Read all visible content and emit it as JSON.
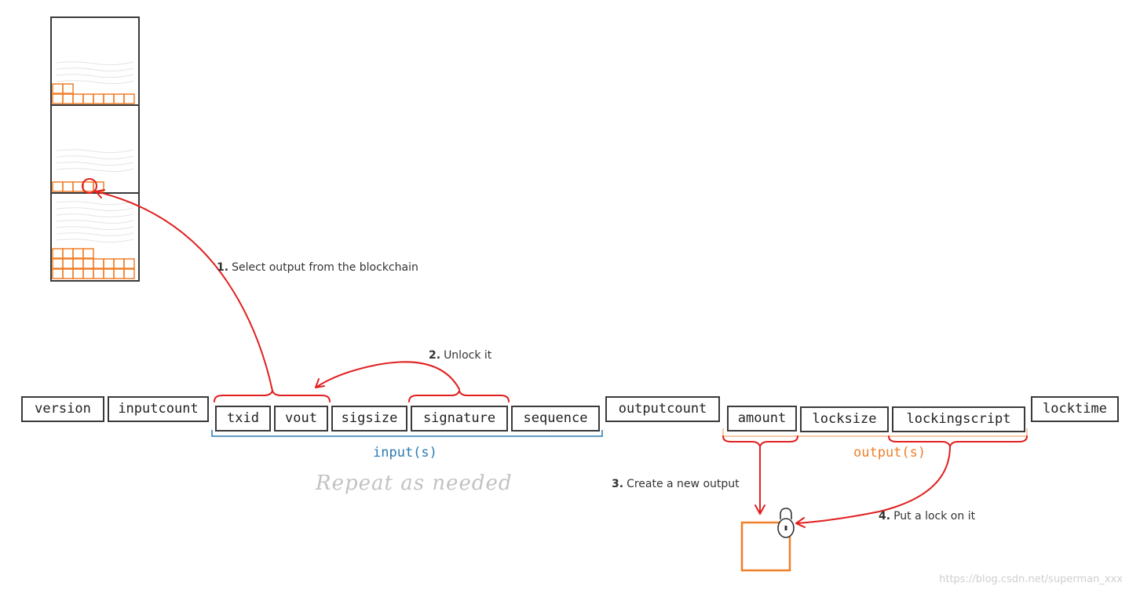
{
  "fields": {
    "version": "version",
    "inputcount": "inputcount",
    "txid": "txid",
    "vout": "vout",
    "sigsize": "sigsize",
    "signature": "signature",
    "sequence": "sequence",
    "outputcount": "outputcount",
    "amount": "amount",
    "locksize": "locksize",
    "lockingscript": "lockingscript",
    "locktime": "locktime"
  },
  "groups": {
    "inputs": "input(s)",
    "outputs": "output(s)",
    "repeat": "Repeat as needed"
  },
  "steps": [
    {
      "num": "1.",
      "text": "Select output from the blockchain"
    },
    {
      "num": "2.",
      "text": "Unlock it"
    },
    {
      "num": "3.",
      "text": "Create a new output"
    },
    {
      "num": "4.",
      "text": "Put a lock on it"
    }
  ],
  "colors": {
    "input_accent": "#2a7ab0",
    "output_accent": "#f07f2a",
    "arrow": "#e02020"
  },
  "watermark": "https://blog.csdn.net/superman_xxx"
}
